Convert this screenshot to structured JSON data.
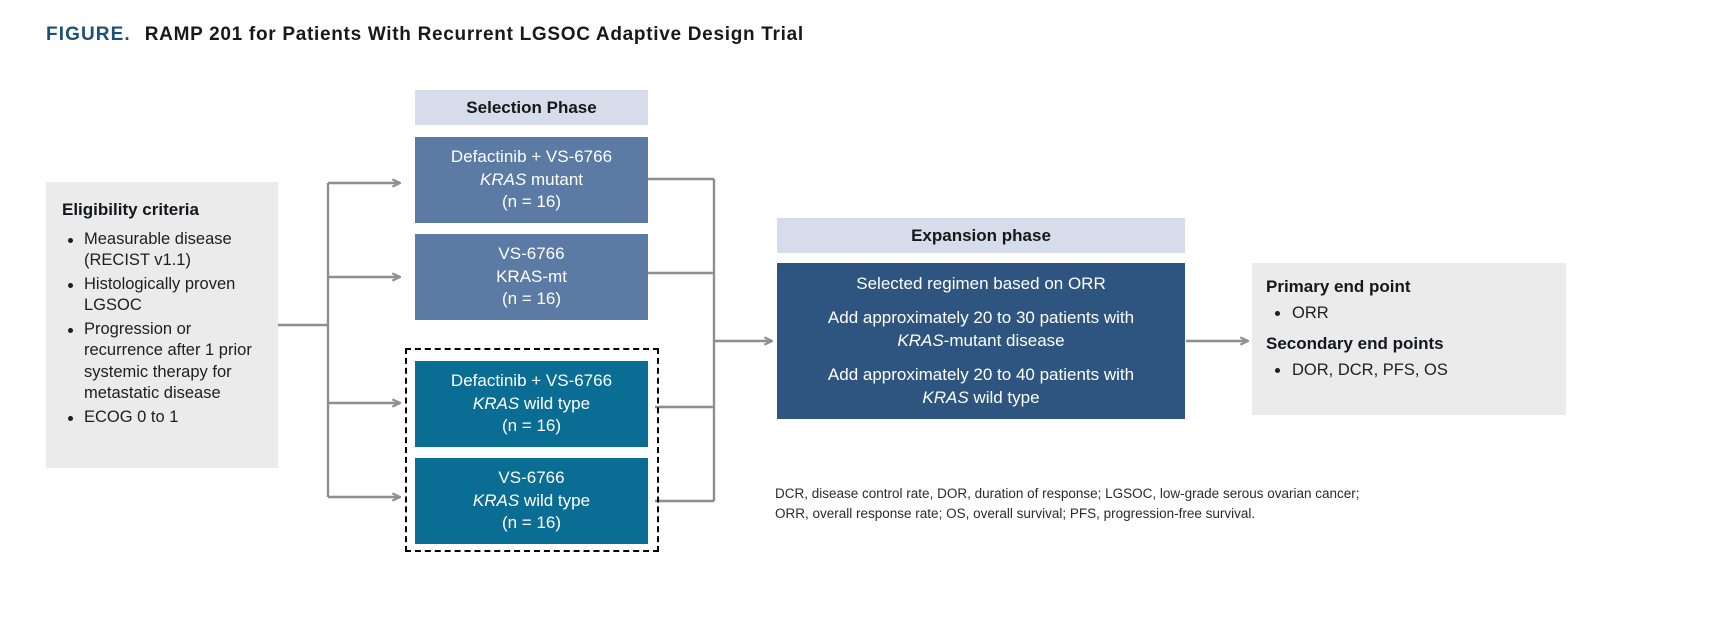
{
  "figure": {
    "label": "FIGURE.",
    "title": "RAMP 201 for Patients With Recurrent LGSOC Adaptive Design Trial",
    "label_color": "#1c4f7c"
  },
  "eligibility": {
    "heading": "Eligibility criteria",
    "criteria": [
      "Measurable disease (RECIST v1.1)",
      "Histologically proven LGSOC",
      "Progression or recurrence after 1 prior systemic therapy for metastatic disease",
      "ECOG 0 to 1"
    ]
  },
  "selection_phase": {
    "header": "Selection Phase",
    "header_bg": "#d6dce9",
    "arms": [
      {
        "line1": "Defactinib + VS-6766",
        "line2_italic": "KRAS",
        "line2_rest": " mutant",
        "n_label": "(n = 16)",
        "color": "#5b7ba5",
        "group": "kras-mutant"
      },
      {
        "line1": "VS-6766",
        "line2_italic": "",
        "line2_rest": "KRAS-mt",
        "n_label": "(n = 16)",
        "color": "#5b7ba5",
        "group": "kras-mutant"
      },
      {
        "line1": "Defactinib + VS-6766",
        "line2_italic": "KRAS",
        "line2_rest": " wild type",
        "n_label": "(n = 16)",
        "color": "#0a6d94",
        "group": "kras-wild-type"
      },
      {
        "line1": "VS-6766",
        "line2_italic": "KRAS",
        "line2_rest": " wild type",
        "n_label": "(n = 16)",
        "color": "#0a6d94",
        "group": "kras-wild-type"
      }
    ]
  },
  "expansion_phase": {
    "header": "Expansion phase",
    "header_bg": "#d6dce9",
    "body_bg": "#2e5580",
    "line1": "Selected regimen based on ORR",
    "line2_pre": "Add approximately 20 to 30 patients with",
    "line2_italic": "KRAS",
    "line2_post": "-mutant disease",
    "line3_pre": "Add approximately 20 to 40 patients with",
    "line3_italic": "KRAS",
    "line3_post": " wild type"
  },
  "endpoints": {
    "primary_heading": "Primary end point",
    "primary_items": [
      "ORR"
    ],
    "secondary_heading": "Secondary end points",
    "secondary_items": [
      "DOR, DCR, PFS, OS"
    ]
  },
  "footnote": {
    "line1": "DCR, disease control rate, DOR, duration of response; LGSOC, low-grade serous ovarian cancer;",
    "line2": "ORR, overall response rate; OS, overall survival; PFS, progression-free survival."
  },
  "colors": {
    "wire": "#8e8e8e",
    "panel_gray": "#ebebeb",
    "dashed_border": "#000000"
  }
}
